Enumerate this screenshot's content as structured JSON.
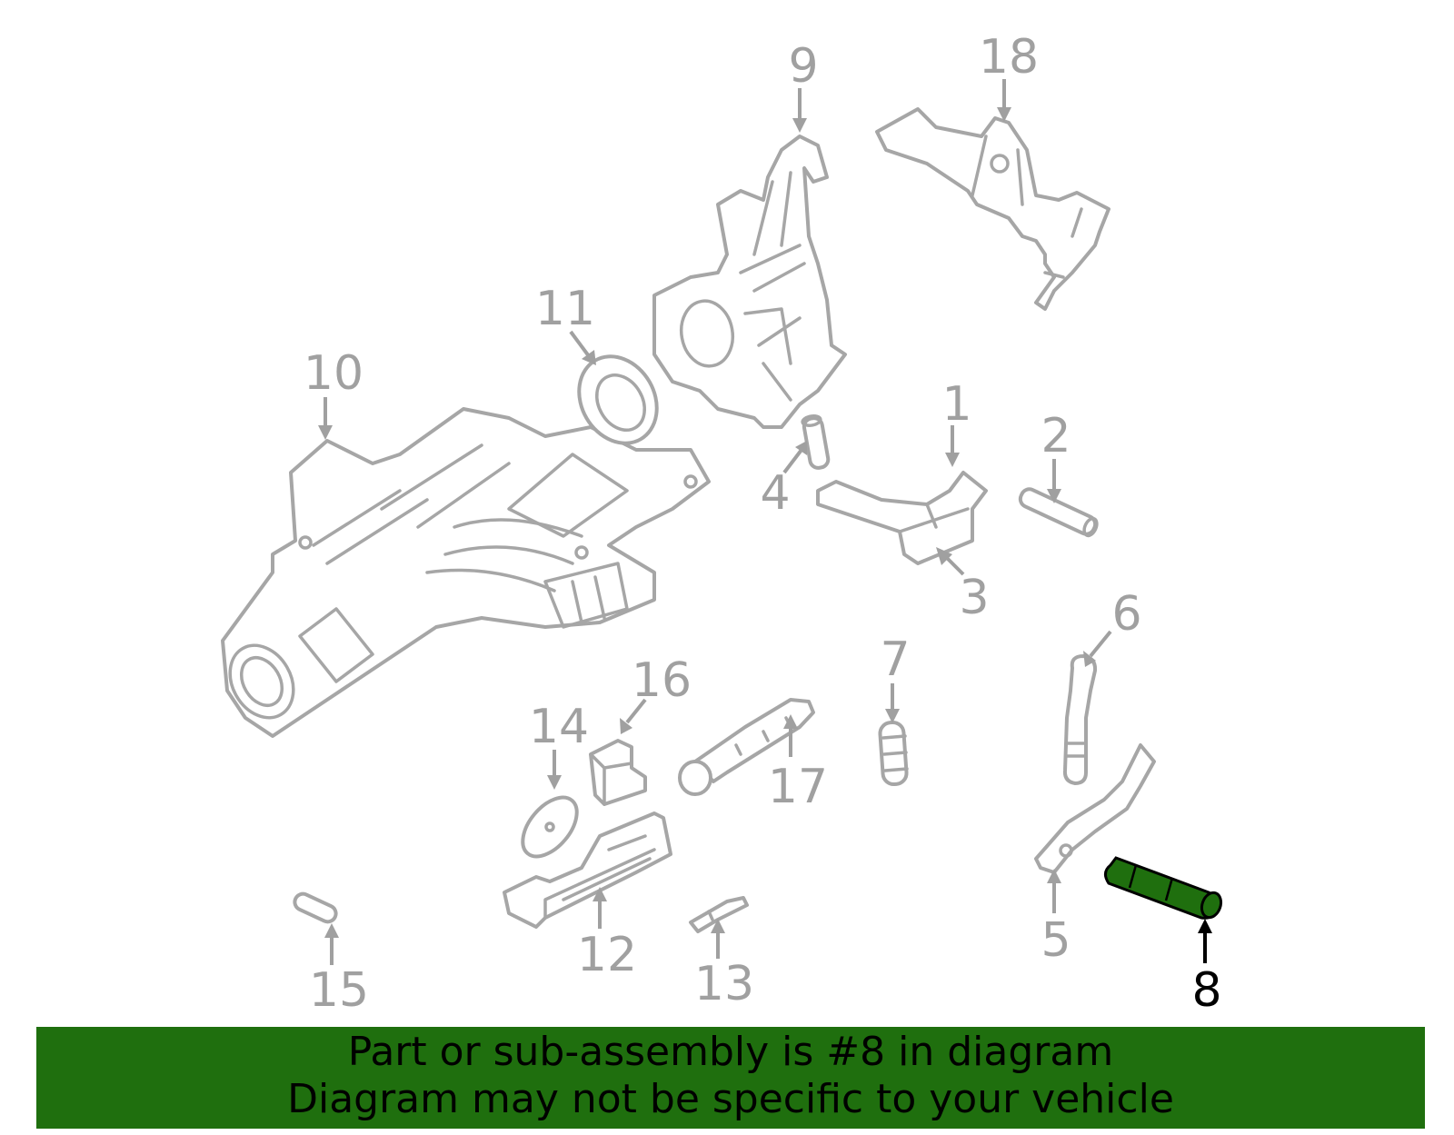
{
  "callouts": {
    "c1": "1",
    "c2": "2",
    "c3": "3",
    "c4": "4",
    "c5": "5",
    "c6": "6",
    "c7": "7",
    "c8": "8",
    "c9": "9",
    "c10": "10",
    "c11": "11",
    "c12": "12",
    "c13": "13",
    "c14": "14",
    "c15": "15",
    "c16": "16",
    "c17": "17",
    "c18": "18"
  },
  "highlighted_part": "8",
  "colors": {
    "highlight": "#1f6f0e",
    "outline": "#a6a6a6",
    "callout_text": "#a0a0a0"
  },
  "banner": {
    "line1": "Part or sub-assembly is #8 in diagram",
    "line2": "Diagram may not be specific to your vehicle"
  }
}
